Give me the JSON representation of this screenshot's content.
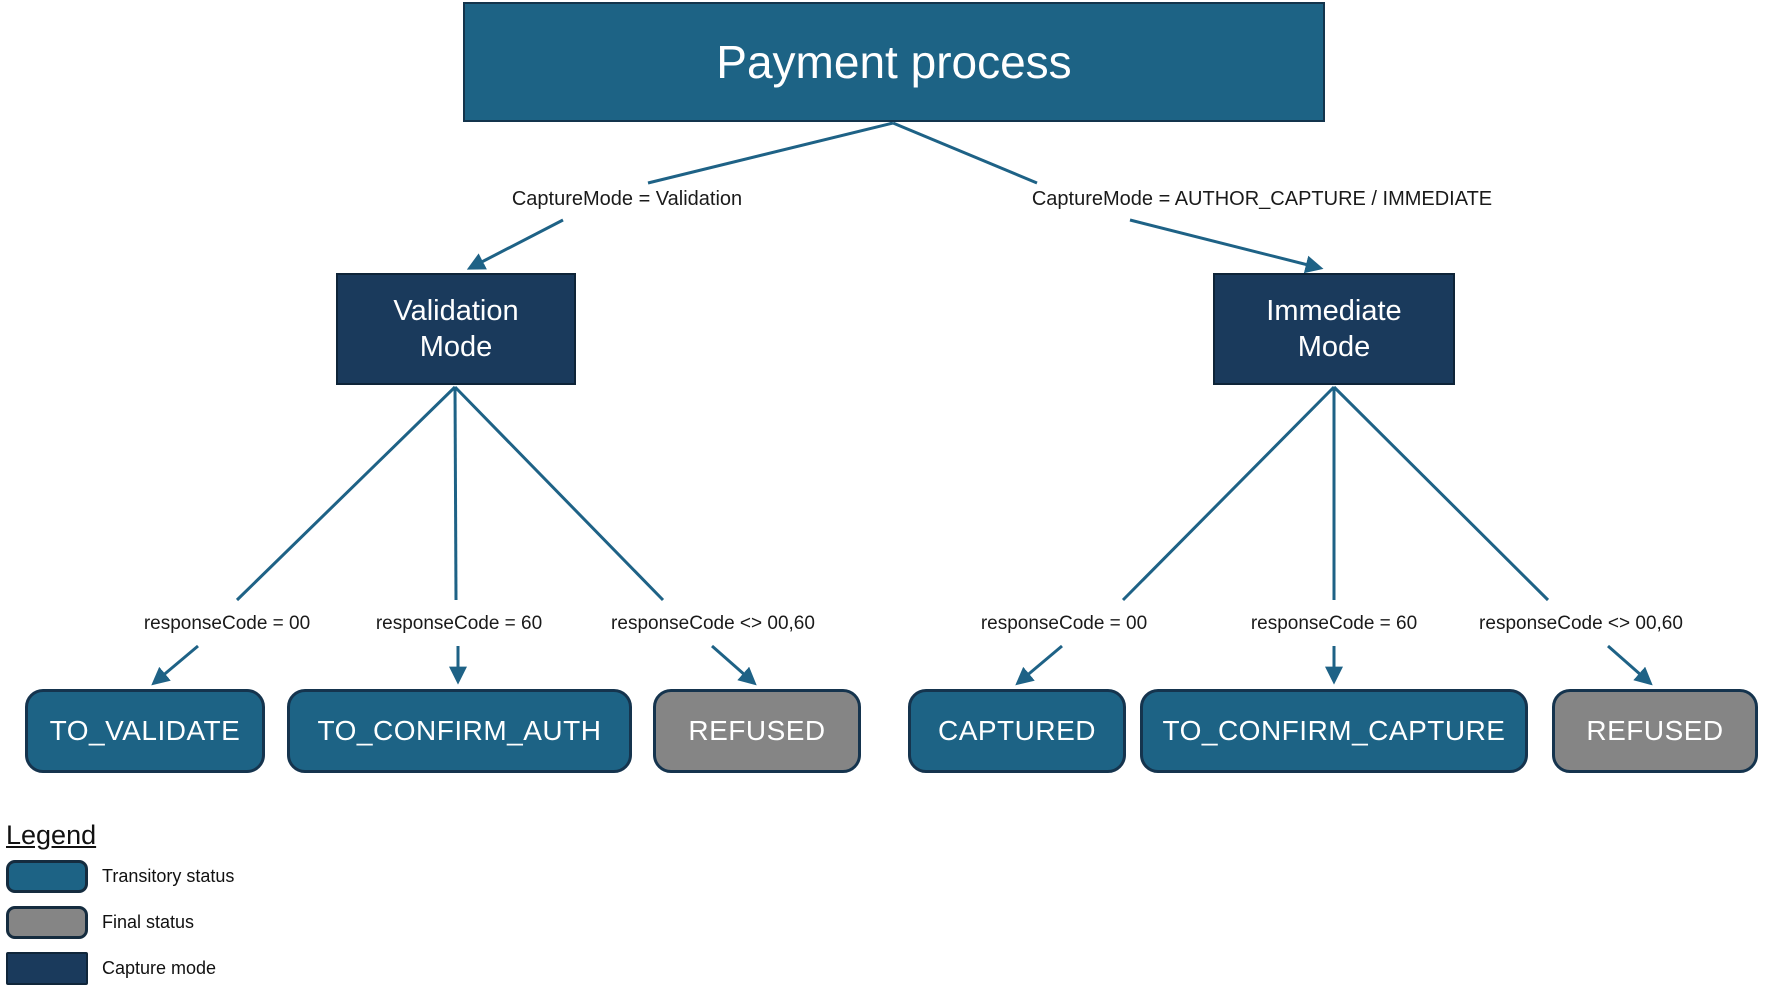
{
  "diagram_title": "Payment process",
  "colors": {
    "transitory_status": "#1D6385",
    "final_status": "#858585",
    "capture_mode": "#1A3A5C",
    "edge_line": "#1E6286",
    "node_text": "#ffffff",
    "label_text": "#1a1a1a"
  },
  "nodes": {
    "root": "Payment process",
    "validation_mode": "Validation\nMode",
    "immediate_mode": "Immediate\nMode",
    "to_validate": "TO_VALIDATE",
    "to_confirm_auth": "TO_CONFIRM_AUTH",
    "refused_left": "REFUSED",
    "captured": "CAPTURED",
    "to_confirm_capture": "TO_CONFIRM_CAPTURE",
    "refused_right": "REFUSED"
  },
  "edges": {
    "capture_mode_validation": "CaptureMode = Validation",
    "capture_mode_author_immediate": "CaptureMode = AUTHOR_CAPTURE / IMMEDIATE",
    "response_00_left": "responseCode = 00",
    "response_60_left": "responseCode = 60",
    "response_other_left": "responseCode <> 00,60",
    "response_00_right": "responseCode = 00",
    "response_60_right": "responseCode = 60",
    "response_other_right": "responseCode <> 00,60"
  },
  "legend": {
    "title": "Legend",
    "items": [
      {
        "label": "Transitory status",
        "color": "#1D6385"
      },
      {
        "label": "Final status",
        "color": "#858585"
      },
      {
        "label": "Capture mode",
        "color": "#1A3A5C"
      }
    ]
  }
}
